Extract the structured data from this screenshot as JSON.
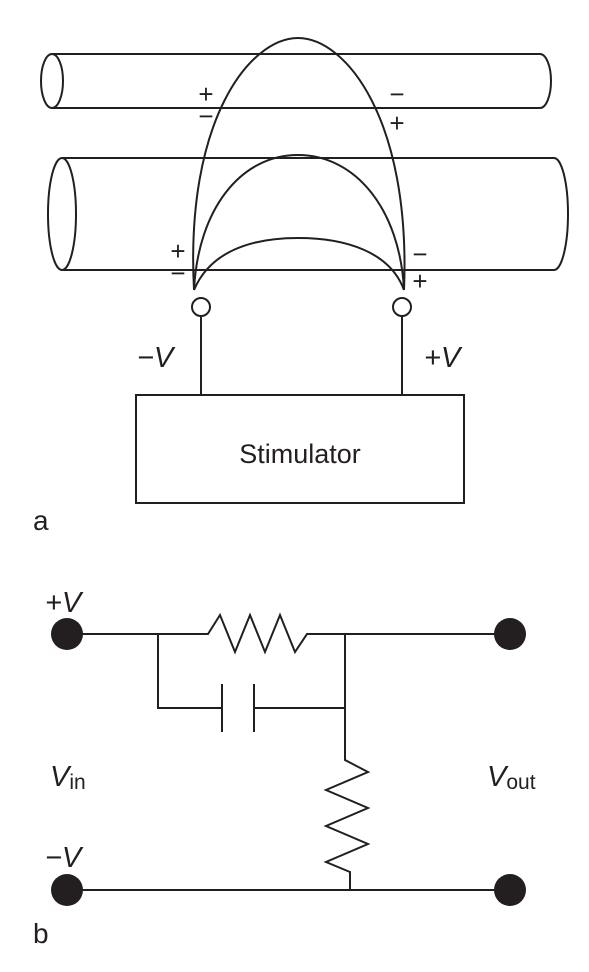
{
  "panel_a": {
    "label": "a",
    "box_label": "Stimulator",
    "left_voltage": "−V",
    "right_voltage": "+V",
    "signs": {
      "upper_left_top": "+",
      "upper_left_bottom": "−",
      "upper_right_top": "−",
      "upper_right_bottom": "+",
      "lower_left_top": "+",
      "lower_left_bottom": "−",
      "lower_right_top": "−",
      "lower_right_bottom": "+"
    }
  },
  "panel_b": {
    "label": "b",
    "top_voltage": "+V",
    "bottom_voltage": "−V",
    "vin": {
      "main": "V",
      "sub": "in"
    },
    "vout": {
      "main": "V",
      "sub": "out"
    }
  },
  "colors": {
    "ink": "#231f20",
    "background": "#ffffff"
  }
}
